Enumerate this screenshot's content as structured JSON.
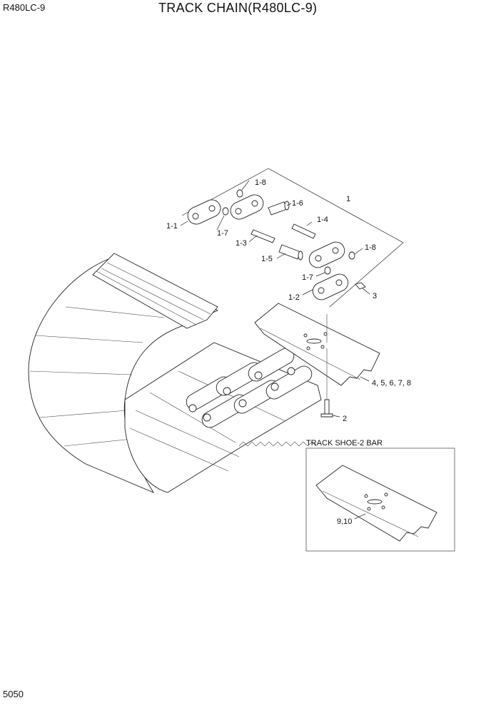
{
  "header": {
    "model_code": "R480LC-9",
    "title": "TRACK CHAIN(R480LC-9)"
  },
  "footer": {
    "page_number": "5050"
  },
  "callouts": {
    "c1": "1",
    "c1_1": "1-1",
    "c1_2": "1-2",
    "c1_3": "1-3",
    "c1_4": "1-4",
    "c1_5": "1-5",
    "c1_6": "1-6",
    "c1_7a": "1-7",
    "c1_7b": "1-7",
    "c1_8a": "1-8",
    "c1_8b": "1-8",
    "c2": "2",
    "c3": "3",
    "c4_8": "4, 5, 6, 7, 8"
  },
  "inset": {
    "title": "TRACK SHOE-2 BAR",
    "callout": "9,10"
  }
}
